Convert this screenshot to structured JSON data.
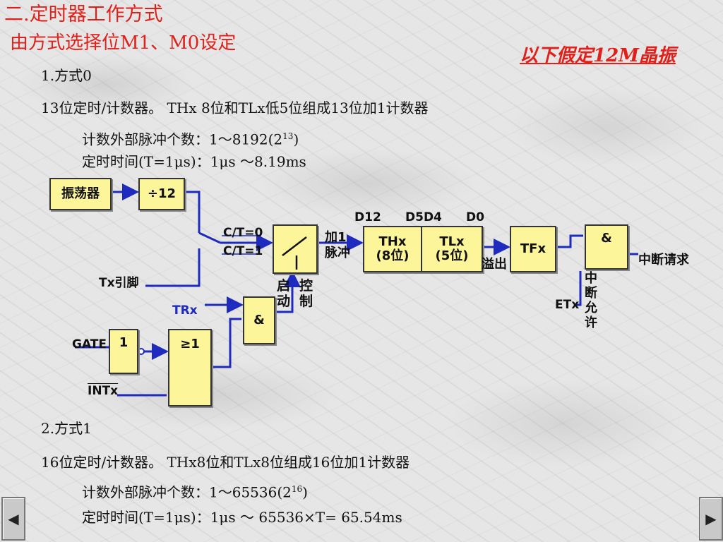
{
  "slide": {
    "title": "二.定时器工作方式",
    "subtitle": "由方式选择位M1、M0设定",
    "note": "以下假定12M晶振"
  },
  "mode0": {
    "heading": "1.方式0",
    "desc": "13位定时/计数器。 THx 8位和TLx低5位组成13位加1计数器",
    "count_prefix": "计数外部脉冲个数：1～8192(2",
    "count_exp": "13",
    "count_suffix": ")",
    "time_text": "定时时间(T=1μs)：1μs ～8.19ms"
  },
  "diagram": {
    "osc": "振荡器",
    "div12": "÷12",
    "ct0": "C/T=0",
    "ct1": "C/T=1",
    "tx_pin": "Tx引脚",
    "trx": "TRx",
    "and1": "&",
    "gate": "GATE",
    "not_gate": "1",
    "or_gate": "≥1",
    "intx": "INTx",
    "start": "启\n动",
    "control": "控\n制",
    "plus1": "加1\n脉冲",
    "d12": "D12",
    "d5d4": "D5D4",
    "d0": "D0",
    "thx": "THx\n(8位)",
    "tlx": "TLx\n(5位)",
    "overflow": "溢出",
    "tfx": "TFx",
    "and2": "&",
    "interrupt_req": "中断请求",
    "etx": "ETx",
    "int_allow": "中\n断\n允\n许"
  },
  "mode1": {
    "heading": "2.方式1",
    "desc": "16位定时/计数器。 THx8位和TLx8位组成16位加1计数器",
    "count_prefix": "计数外部脉冲个数：1～65536(2",
    "count_exp": "16",
    "count_suffix": ")",
    "time_text": "定时时间(T=1μs)：1μs ～ 65536×T= 65.54ms"
  },
  "nav": {
    "prev": "◀",
    "next": "▶"
  },
  "colors": {
    "title_red": "#e0201a",
    "wire_blue": "#1f2bbf",
    "box_yellow": "#fdf59a"
  }
}
